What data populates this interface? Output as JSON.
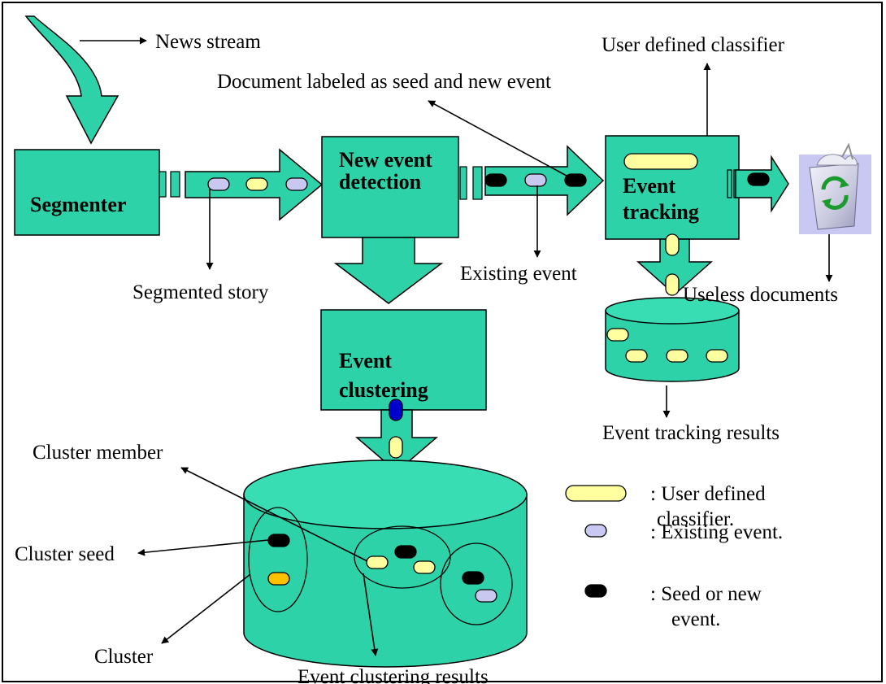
{
  "colors": {
    "block": "#2ED2A8",
    "block_top": "#38DDB4",
    "user_classifier": "#FFFFA0",
    "existing_event": "#C8C8F0",
    "seed_event": "#000000",
    "cluster_member_orange": "#FFC000",
    "blue_token": "#0000CC",
    "outline": "#000000"
  },
  "blocks": {
    "segmenter": "Segmenter",
    "new_event_detection": [
      "New event",
      "detection"
    ],
    "event_tracking": [
      "Event",
      "tracking"
    ],
    "event_clustering": [
      "Event",
      "clustering"
    ]
  },
  "labels": {
    "news_stream": "News stream",
    "user_defined_classifier": "User defined classifier",
    "document_labeled": "Document labeled as seed and new event",
    "segmented_story": "Segmented story",
    "existing_event": "Existing event",
    "useless_documents": "Useless documents",
    "event_tracking_results": "Event tracking results",
    "cluster_member": "Cluster member",
    "cluster_seed": "Cluster seed",
    "cluster": "Cluster",
    "event_clustering_results": "Event clustering results"
  },
  "legend": [
    {
      "icon": "user-defined-classifier-icon",
      "lines": [
        ": User defined",
        "classifier."
      ]
    },
    {
      "icon": "existing-event-icon",
      "lines": [
        ": Existing event."
      ]
    },
    {
      "icon": "seed-event-icon",
      "lines": [
        ": Seed or new",
        "event."
      ]
    }
  ],
  "icons": [
    "curved-arrow-icon",
    "recycle-bin-icon"
  ]
}
